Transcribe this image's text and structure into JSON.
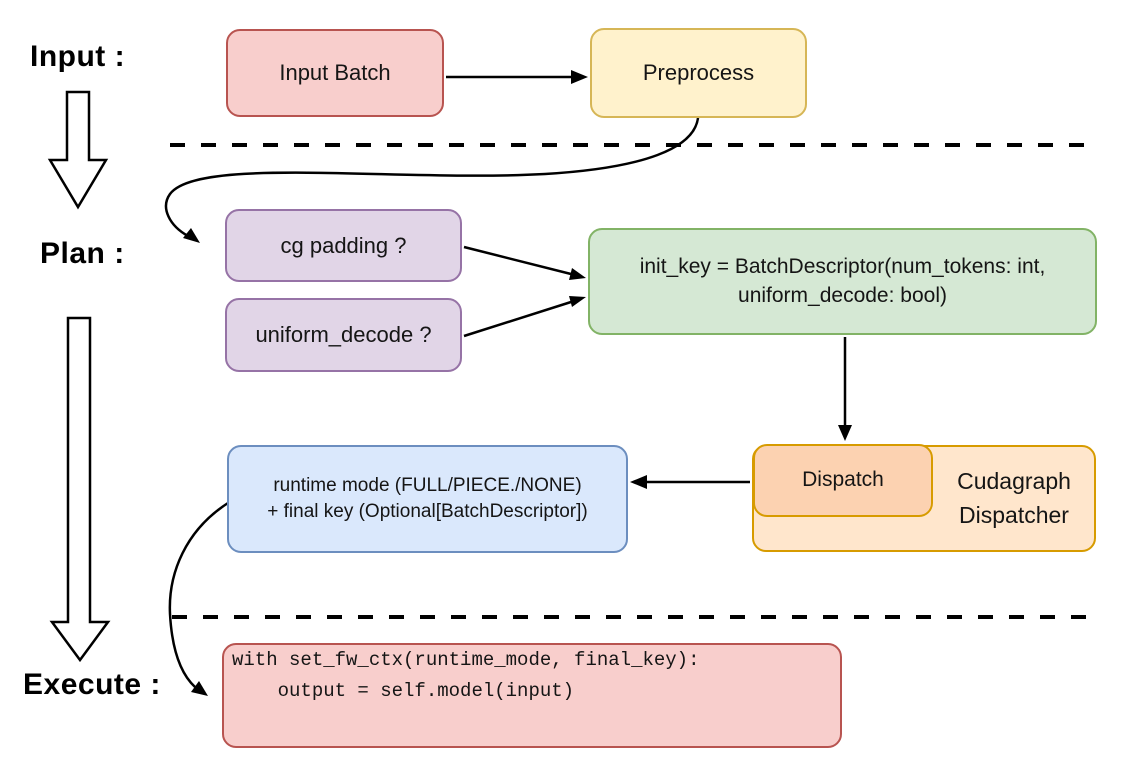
{
  "stages": {
    "input": "Input :",
    "plan": "Plan :",
    "execute": "Execute :"
  },
  "nodes": {
    "input_batch": {
      "label": "Input Batch"
    },
    "preprocess": {
      "label": "Preprocess"
    },
    "cg_padding": {
      "label": "cg padding ?"
    },
    "uniform_decode": {
      "label": "uniform_decode ?"
    },
    "init_key": {
      "line1": "init_key = BatchDescriptor(num_tokens: int,",
      "line2": "uniform_decode: bool)"
    },
    "dispatch": {
      "label": "Dispatch"
    },
    "cudagraph_dispatcher": {
      "label": "Cudagraph Dispatcher"
    },
    "runtime_result": {
      "line1": "runtime mode (FULL/PIECE./NONE)",
      "line2": "+ final key (Optional[BatchDescriptor])"
    },
    "execute_code": {
      "line1": "with set_fw_ctx(runtime_mode, final_key):",
      "line2": "    output = self.model(input)"
    }
  },
  "colors": {
    "red_fill": "#f8cecc",
    "red_stroke": "#b85450",
    "yellow_fill": "#fff2cc",
    "yellow_stroke": "#d6b656",
    "purple_fill": "#e1d5e7",
    "purple_stroke": "#9673a6",
    "green_fill": "#d5e8d4",
    "green_stroke": "#82b366",
    "blue_fill": "#dae8fc",
    "blue_stroke": "#6c8ebf",
    "orange_fill": "#ffe6cc",
    "orange_inner_fill": "#fcd2b1",
    "orange_stroke": "#d79b00",
    "line_color": "#000000"
  }
}
